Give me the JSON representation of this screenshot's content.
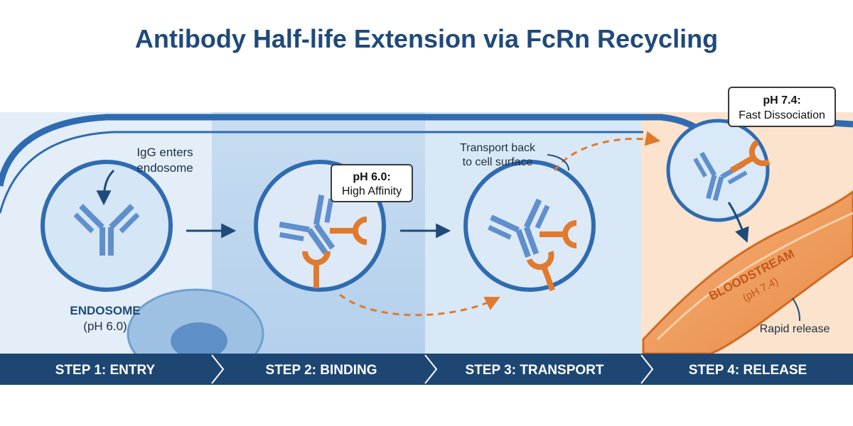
{
  "title": "Antibody Half-life Extension via FcRn Recycling",
  "colors": {
    "title": "#1f4a7a",
    "membrane": "#2f6bb0",
    "antibody": "#5f8fcc",
    "fcrn": "#e07a2e",
    "bloodstream": "#f0a062",
    "step_bar": "#1d4673",
    "arrow_dashed": "#e07a2e"
  },
  "steps": [
    {
      "label": "STEP 1: ENTRY"
    },
    {
      "label": "STEP 2: BINDING"
    },
    {
      "label": "STEP 3: TRANSPORT"
    },
    {
      "label": "STEP 4: RELEASE"
    }
  ],
  "annotations": {
    "igg_enters_line1": "IgG enters",
    "igg_enters_line2": "endosome",
    "endosome_label": "ENDOSOME",
    "endosome_ph": "(pH 6.0)",
    "binding_box_title": "pH 6.0:",
    "binding_box_text": "High Affinity",
    "transport_line1": "Transport back",
    "transport_line2": "to cell surface",
    "release_box_title": "pH 7.4:",
    "release_box_text": "Fast Dissociation",
    "bloodstream_label": "BLOODSTREAM",
    "bloodstream_ph": "(pH 7.4)",
    "rapid_release": "Rapid release"
  },
  "icons": [
    "antibody-icon",
    "fcrn-receptor-icon",
    "arrow-icon",
    "chevron-icon"
  ]
}
